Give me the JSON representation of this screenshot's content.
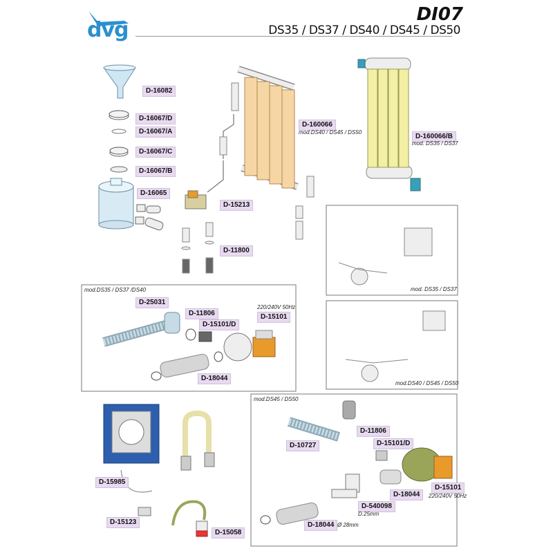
{
  "brand": {
    "logo_text": "dvg",
    "logo_color": "#2b8fcf"
  },
  "header": {
    "code": "DI07",
    "models": "DS35 / DS37 / DS40 / DS45 / DS50"
  },
  "labels": {
    "d16082": "D-16082",
    "d16067d": "D-16067/D",
    "d16067a": "D-16067/A",
    "d16067c": "D-16067/C",
    "d16067b": "D-16067/B",
    "d16065": "D-16065",
    "d160066": "D-160066",
    "d160066_note": "mod.DS40 / DS45 / DS50",
    "d160066b": "D-160066/B",
    "d160066b_note": "mod. DS35 / DS37",
    "d15213": "D-15213",
    "d11800": "D-11800",
    "box1_title": "mod.DS35 / DS37 /DS40",
    "d25031": "D-25031",
    "d11806_a": "D-11806",
    "d15101d_a": "D-15101/D",
    "voltage_a": "220/240V 50Hz",
    "d15101_a": "D-15101",
    "d18044_a": "D-18044",
    "box2_note": "mod. DS35 / DS37",
    "box3_note": "mod.DS40 / DS45 / DS50",
    "d15985": "D-15985",
    "d15123": "D-15123",
    "d15058": "D-15058",
    "box4_title": "mod.DS45 / DS50",
    "d10727": "D-10727",
    "d11806_b": "D-11806",
    "d15101d_b": "D-15101/D",
    "d15101_b": "D-15101",
    "voltage_b": "220/240V 50Hz",
    "d18044_b": "D-18044",
    "d540098": "D-540098",
    "d540098_note": "D.25mm",
    "d18044_c": "D-18044",
    "d18044_c_note": "Ø 28mm"
  },
  "colors": {
    "label_bg": "#e8daf0",
    "filter_orange": "#f5d6a4",
    "filter_yellow": "#f3f0a6",
    "pump_blue": "#2e5fae",
    "valve_orange": "#e89a2b",
    "cap_teal": "#3a9fb8",
    "olive": "#9aa55a"
  }
}
